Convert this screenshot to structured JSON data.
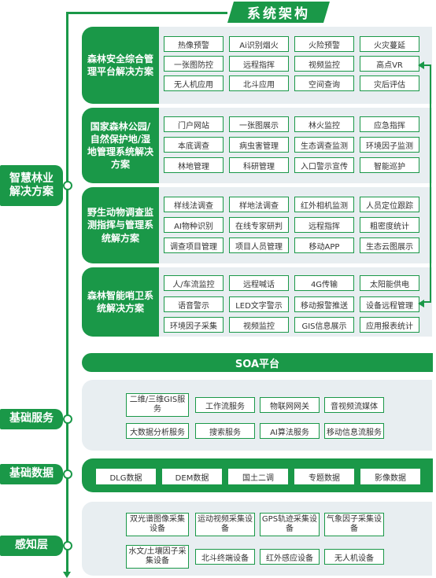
{
  "title": "系统架构",
  "sections": {
    "smart_forestry": "智慧林业\n解决方案",
    "base_services": "基础服务",
    "base_data": "基础数据",
    "perception": "感知层"
  },
  "solutions": [
    {
      "name": "森林安全综合管理平台解决方案",
      "items": [
        "热像预警",
        "Ai识别烟火",
        "火险预警",
        "火灾蔓延",
        "一张图防控",
        "远程指挥",
        "视频监控",
        "高点VR",
        "无人机应用",
        "北斗应用",
        "空间查询",
        "灾后评估"
      ]
    },
    {
      "name": "国家森林公园/自然保护地/湿地管理系统解决方案",
      "items": [
        "门户网站",
        "一张图展示",
        "林火监控",
        "应急指挥",
        "本底调查",
        "病虫害管理",
        "生态调查监测",
        "环境因子监测",
        "林地管理",
        "科研管理",
        "入口警示宣传",
        "智能巡护"
      ]
    },
    {
      "name": "野生动物调查监测指挥与管理系统解方案",
      "items": [
        "样线法调查",
        "样地法调查",
        "红外相机监测",
        "人员定位跟踪",
        "AI物种识别",
        "在线专家研判",
        "远程指挥",
        "粗密度统计",
        "调查项目管理",
        "项目人员管理",
        "移动APP",
        "生态云图展示"
      ]
    },
    {
      "name": "森林智能哨卫系统解决方案",
      "items": [
        "人/车流监控",
        "远程喊话",
        "4G传输",
        "太阳能供电",
        "语音警示",
        "LED文字警示",
        "移动报警推送",
        "设备远程管理",
        "环境因子采集",
        "视频监控",
        "GIS信息展示",
        "应用报表统计"
      ]
    }
  ],
  "soa": "SOA平台",
  "base_services_items": [
    "二维/三维GIS服务",
    "工作流服务",
    "物联网网关",
    "音视频流媒体",
    "大数据分析服务",
    "搜索服务",
    "AI算法服务",
    "移动信息流服务"
  ],
  "base_data_items": [
    "DLG数据",
    "DEM数据",
    "国土二调",
    "专题数据",
    "影像数据"
  ],
  "perception_items": [
    "双光谱图像采集设备",
    "运动视频采集设备",
    "GPS轨迹采集设备",
    "气象因子采集设备",
    "水文/土壤因子采集设备",
    "北斗终端设备",
    "红外感应设备",
    "无人机设备"
  ],
  "colors": {
    "primary": "#1a9848",
    "panel": "#e8eef1"
  }
}
